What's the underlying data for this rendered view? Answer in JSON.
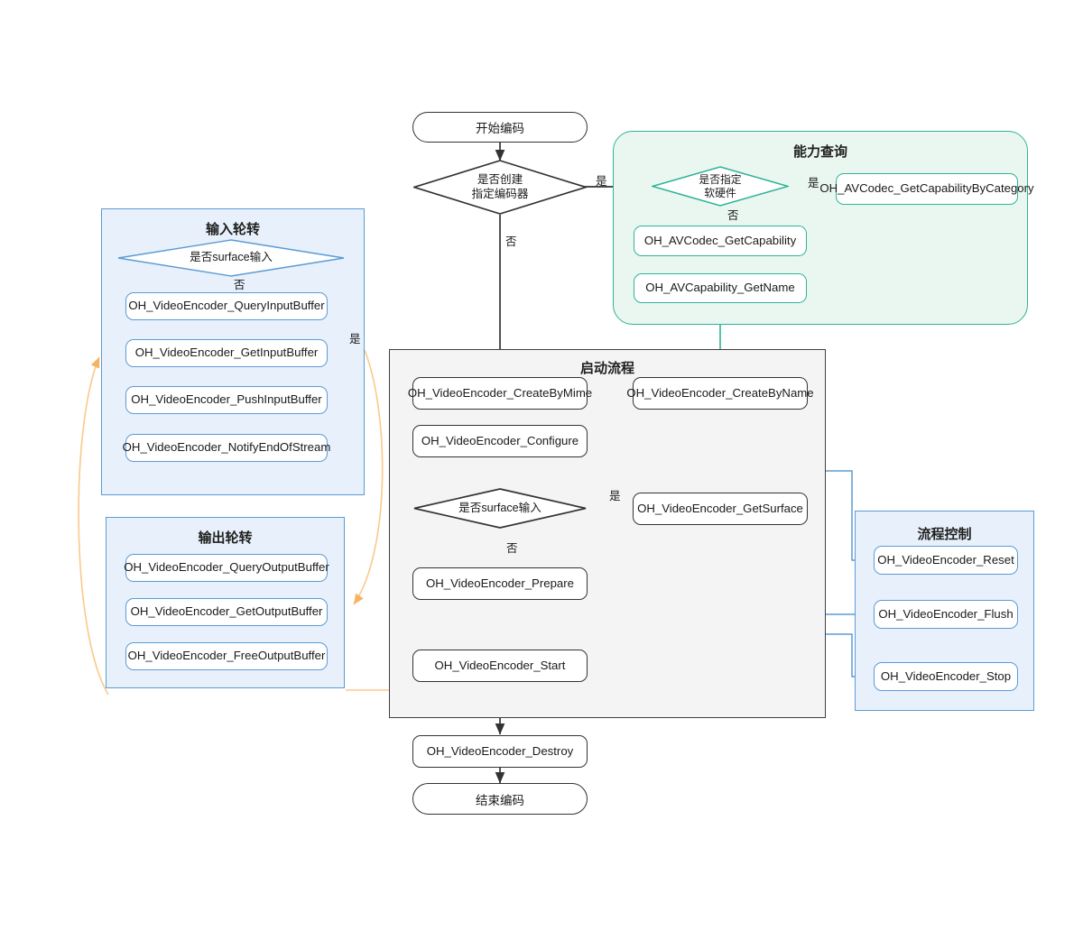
{
  "diagram": {
    "title": "视频编码流程图",
    "colors": {
      "black": "#333333",
      "green": "#2EB398",
      "green_fill": "#EAF7F1",
      "blue": "#5B9BD5",
      "blue_fill": "#E8F1FB",
      "gray": "#404040",
      "gray_fill": "#F4F4F4",
      "orange": "#FBC98A"
    }
  },
  "terminals": {
    "start": "开始编码",
    "end": "结束编码"
  },
  "decisions": {
    "create_specified": "是否创建\n指定编码器",
    "create_specified_line1": "是否创建",
    "create_specified_line2": "指定编码器",
    "specify_sw_hw_line1": "是否指定",
    "specify_sw_hw_line2": "软硬件",
    "surface_input_main": "是否surface输入",
    "surface_input_rotate": "是否surface输入"
  },
  "edge_labels": {
    "yes": "是",
    "no": "否"
  },
  "groups": {
    "capability": {
      "title": "能力查询",
      "nodes": [
        "OH_AVCodec_GetCapabilityByCategory",
        "OH_AVCodec_GetCapability",
        "OH_AVCapability_GetName"
      ]
    },
    "input_rotate": {
      "title": "输入轮转",
      "nodes": [
        "OH_VideoEncoder_QueryInputBuffer",
        "OH_VideoEncoder_GetInputBuffer",
        "OH_VideoEncoder_PushInputBuffer",
        "OH_VideoEncoder_NotifyEndOfStream"
      ]
    },
    "output_rotate": {
      "title": "输出轮转",
      "nodes": [
        "OH_VideoEncoder_QueryOutputBuffer",
        "OH_VideoEncoder_GetOutputBuffer",
        "OH_VideoEncoder_FreeOutputBuffer"
      ]
    },
    "startup": {
      "title": "启动流程",
      "nodes": [
        "OH_VideoEncoder_CreateByMime",
        "OH_VideoEncoder_CreateByName",
        "OH_VideoEncoder_Configure",
        "OH_VideoEncoder_GetSurface",
        "OH_VideoEncoder_Prepare",
        "OH_VideoEncoder_Start"
      ]
    },
    "flow_control": {
      "title": "流程控制",
      "nodes": [
        "OH_VideoEncoder_Reset",
        "OH_VideoEncoder_Flush",
        "OH_VideoEncoder_Stop"
      ]
    }
  },
  "outside_nodes": {
    "destroy": "OH_VideoEncoder_Destroy"
  },
  "chart_data": {
    "type": "flowchart",
    "nodes": [
      {
        "id": "start",
        "label": "开始编码",
        "shape": "terminal"
      },
      {
        "id": "d_create",
        "label": "是否创建指定编码器",
        "shape": "decision"
      },
      {
        "id": "d_swhw",
        "label": "是否指定软硬件",
        "shape": "decision",
        "group": "能力查询"
      },
      {
        "id": "cap_by_cat",
        "label": "OH_AVCodec_GetCapabilityByCategory",
        "shape": "process",
        "group": "能力查询"
      },
      {
        "id": "cap",
        "label": "OH_AVCodec_GetCapability",
        "shape": "process",
        "group": "能力查询"
      },
      {
        "id": "cap_name",
        "label": "OH_AVCapability_GetName",
        "shape": "process",
        "group": "能力查询"
      },
      {
        "id": "create_mime",
        "label": "OH_VideoEncoder_CreateByMime",
        "shape": "process",
        "group": "启动流程"
      },
      {
        "id": "create_name",
        "label": "OH_VideoEncoder_CreateByName",
        "shape": "process",
        "group": "启动流程"
      },
      {
        "id": "configure",
        "label": "OH_VideoEncoder_Configure",
        "shape": "process",
        "group": "启动流程"
      },
      {
        "id": "d_surface",
        "label": "是否surface输入",
        "shape": "decision",
        "group": "启动流程"
      },
      {
        "id": "get_surface",
        "label": "OH_VideoEncoder_GetSurface",
        "shape": "process",
        "group": "启动流程"
      },
      {
        "id": "prepare",
        "label": "OH_VideoEncoder_Prepare",
        "shape": "process",
        "group": "启动流程"
      },
      {
        "id": "start_enc",
        "label": "OH_VideoEncoder_Start",
        "shape": "process",
        "group": "启动流程"
      },
      {
        "id": "destroy",
        "label": "OH_VideoEncoder_Destroy",
        "shape": "process"
      },
      {
        "id": "end",
        "label": "结束编码",
        "shape": "terminal"
      },
      {
        "id": "d_surface_in",
        "label": "是否surface输入",
        "shape": "decision",
        "group": "输入轮转"
      },
      {
        "id": "qin",
        "label": "OH_VideoEncoder_QueryInputBuffer",
        "shape": "process",
        "group": "输入轮转"
      },
      {
        "id": "gin",
        "label": "OH_VideoEncoder_GetInputBuffer",
        "shape": "process",
        "group": "输入轮转"
      },
      {
        "id": "pin",
        "label": "OH_VideoEncoder_PushInputBuffer",
        "shape": "process",
        "group": "输入轮转"
      },
      {
        "id": "eos",
        "label": "OH_VideoEncoder_NotifyEndOfStream",
        "shape": "process",
        "group": "输入轮转"
      },
      {
        "id": "qout",
        "label": "OH_VideoEncoder_QueryOutputBuffer",
        "shape": "process",
        "group": "输出轮转"
      },
      {
        "id": "gout",
        "label": "OH_VideoEncoder_GetOutputBuffer",
        "shape": "process",
        "group": "输出轮转"
      },
      {
        "id": "fout",
        "label": "OH_VideoEncoder_FreeOutputBuffer",
        "shape": "process",
        "group": "输出轮转"
      },
      {
        "id": "reset",
        "label": "OH_VideoEncoder_Reset",
        "shape": "process",
        "group": "流程控制"
      },
      {
        "id": "flush",
        "label": "OH_VideoEncoder_Flush",
        "shape": "process",
        "group": "流程控制"
      },
      {
        "id": "stop",
        "label": "OH_VideoEncoder_Stop",
        "shape": "process",
        "group": "流程控制"
      }
    ],
    "edges": [
      {
        "from": "start",
        "to": "d_create"
      },
      {
        "from": "d_create",
        "to": "d_swhw",
        "label": "是"
      },
      {
        "from": "d_create",
        "to": "create_mime",
        "label": "否"
      },
      {
        "from": "d_swhw",
        "to": "cap_by_cat",
        "label": "是"
      },
      {
        "from": "d_swhw",
        "to": "cap",
        "label": "否"
      },
      {
        "from": "cap_by_cat",
        "to": "cap"
      },
      {
        "from": "cap",
        "to": "cap_name"
      },
      {
        "from": "cap_name",
        "to": "create_name"
      },
      {
        "from": "create_mime",
        "to": "configure"
      },
      {
        "from": "create_name",
        "to": "configure"
      },
      {
        "from": "configure",
        "to": "d_surface"
      },
      {
        "from": "d_surface",
        "to": "get_surface",
        "label": "是"
      },
      {
        "from": "d_surface",
        "to": "prepare",
        "label": "否"
      },
      {
        "from": "get_surface",
        "to": "prepare"
      },
      {
        "from": "prepare",
        "to": "start_enc"
      },
      {
        "from": "start_enc",
        "to": "destroy"
      },
      {
        "from": "destroy",
        "to": "end"
      },
      {
        "from": "d_surface_in",
        "to": "qin",
        "label": "否"
      },
      {
        "from": "d_surface_in",
        "to": "eos",
        "label": "是"
      },
      {
        "from": "qin",
        "to": "gin"
      },
      {
        "from": "gin",
        "to": "pin"
      },
      {
        "from": "qout",
        "to": "gout"
      },
      {
        "from": "gout",
        "to": "fout"
      },
      {
        "from": "reset",
        "to": "configure",
        "color": "blue"
      },
      {
        "from": "flush",
        "to": "prepare",
        "color": "blue"
      },
      {
        "from": "stop",
        "to": "start_enc",
        "color": "blue"
      }
    ]
  }
}
